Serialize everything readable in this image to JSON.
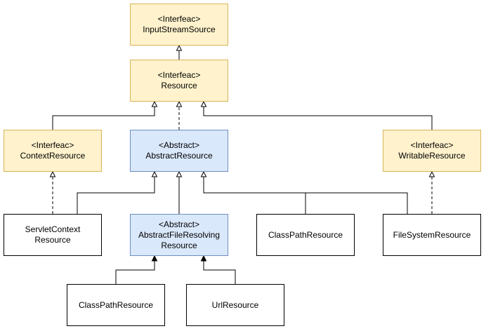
{
  "nodes": {
    "input_stream_source": {
      "stereotype": "<Interfeac>",
      "name": "InputStreamSource",
      "kind": "interface"
    },
    "resource": {
      "stereotype": "<Interfeac>",
      "name": "Resource",
      "kind": "interface"
    },
    "context_resource": {
      "stereotype": "<Interfeac>",
      "name": "ContextResource",
      "kind": "interface"
    },
    "abstract_resource": {
      "stereotype": "<Abstract>",
      "name": "AbstractResource",
      "kind": "abstract"
    },
    "writable_resource": {
      "stereotype": "<Interfeac>",
      "name": "WritableResource",
      "kind": "interface"
    },
    "servlet_context_resource": {
      "name_line1": "ServletContext",
      "name_line2": "Resource",
      "kind": "class"
    },
    "abstract_file_resolving_resource": {
      "stereotype": "<Abstract>",
      "name_line1": "AbstractFileResolving",
      "name_line2": "Resource",
      "kind": "abstract"
    },
    "class_path_resource_top": {
      "name": "ClassPathResource",
      "kind": "class"
    },
    "file_system_resource": {
      "name": "FileSystemResource",
      "kind": "class"
    },
    "class_path_resource_bottom": {
      "name": "ClassPathResource",
      "kind": "class"
    },
    "url_resource": {
      "name": "UrlResource",
      "kind": "class"
    }
  },
  "relations": [
    {
      "from": "Resource",
      "to": "InputStreamSource",
      "type": "extends"
    },
    {
      "from": "ContextResource",
      "to": "Resource",
      "type": "extends"
    },
    {
      "from": "AbstractResource",
      "to": "Resource",
      "type": "implements"
    },
    {
      "from": "WritableResource",
      "to": "Resource",
      "type": "extends"
    },
    {
      "from": "ServletContextResource",
      "to": "ContextResource",
      "type": "implements"
    },
    {
      "from": "ServletContextResource",
      "to": "AbstractResource",
      "type": "extends"
    },
    {
      "from": "AbstractFileResolvingResource",
      "to": "AbstractResource",
      "type": "extends"
    },
    {
      "from": "ClassPathResource",
      "to": "AbstractResource",
      "type": "extends"
    },
    {
      "from": "FileSystemResource",
      "to": "AbstractResource",
      "type": "extends"
    },
    {
      "from": "FileSystemResource",
      "to": "WritableResource",
      "type": "implements"
    },
    {
      "from": "ClassPathResource",
      "to": "AbstractFileResolvingResource",
      "type": "extends"
    },
    {
      "from": "UrlResource",
      "to": "AbstractFileResolvingResource",
      "type": "extends"
    }
  ],
  "colors": {
    "interface_fill": "#fff2cc",
    "interface_stroke": "#d6b656",
    "abstract_fill": "#dae8fc",
    "abstract_stroke": "#6c8ebf",
    "line": "#000000"
  }
}
